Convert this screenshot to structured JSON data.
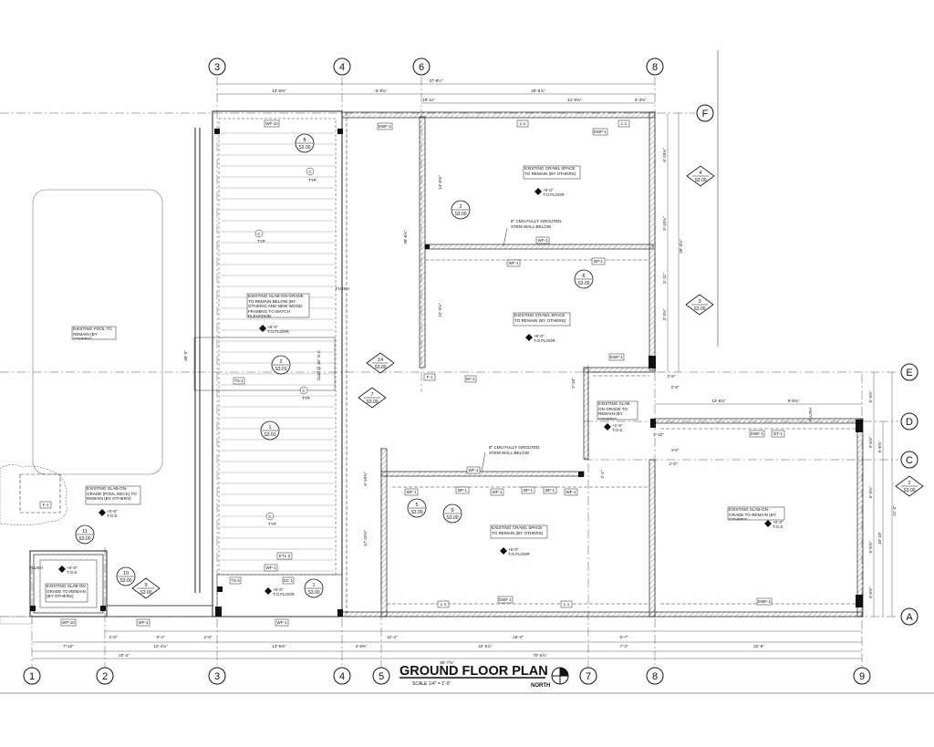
{
  "title": "GROUND FLOOR PLAN",
  "scale": "SCALE 1/4\" = 1'-0\"",
  "north": "NORTH",
  "grid_columns": [
    "1",
    "2",
    "3",
    "4",
    "5",
    "6",
    "7",
    "8",
    "9"
  ],
  "grid_rows": [
    "F",
    "E",
    "D",
    "C",
    "A"
  ],
  "dims_top": [
    "47'-8½\"",
    "13'-5⅜\"",
    "6'-8¾\"",
    "25'-6⅞\"",
    "19'-11\"",
    "11'-0⅜\"",
    "3'-3⅜\""
  ],
  "dims_bottom": [
    "2'-0\"",
    "9'-4\"",
    "2'-0\"",
    "11'-4\"",
    "16'-4\"",
    "6'-7\"",
    "7'-10\"",
    "12'-4⅞\"",
    "13'-5⅜\"",
    "4'-6⅜\"",
    "22'-5⅞\"",
    "7'-3\"",
    "22'-9\"",
    "20'-2\"",
    "90'-7⅝\"",
    "70'-5⅞\""
  ],
  "dims_right": [
    "6'-10⅝\"",
    "5'-10⅝\"",
    "5'-11\"",
    "3'-3⅜\"",
    "26'-3⅝\"",
    "5'-3⅞\"",
    "3'-6⅝\"",
    "5'-3⅝\"",
    "5'-5⅞\"",
    "4'-6⅜\"",
    "18'-10\"",
    "21'-2\"",
    "5'-8⅞\""
  ],
  "dims_misc": [
    "13'-6⅝\"",
    "9'-5⅝\"",
    "2'-8\"",
    "2'-6\"",
    "2'-10\"",
    "2'-0\"",
    "4'-0\"",
    "1'-10\"",
    "2'-1\"",
    "26'-6⅝\"",
    "14'-5⅜\"",
    "12'-3⅝\"",
    "46'-5\"",
    "6'-10⅝\"",
    "17'-10⅞\""
  ],
  "notes": {
    "crawl_f": "EXISTING CRAWL SPACE TO REMAIN (BY OTHERS)",
    "crawl_mid": "EXISTING CRAWL SPACE TO REMAIN (BY OTHERS)",
    "crawl_low": "EXISTING CRAWL SPACE TO REMAIN (BY OTHERS)",
    "slab_big": "EXISTING SLAB-ON-GRADE TO REMAIN BELOW (BY OTHERS) AND NEW WOOD FRAMING TO MATCH ELEVATION",
    "pool": "EXISTING POOL TO REMAIN (BY OTHERS)",
    "pool_deck": "EXISTING SLAB-ON-GRADE (POOL DECK) TO REMAIN (BY OTHERS)",
    "slab_small_d": "EXISTING SLAB ON GRADE TO REMAIN (BY OTHERS)",
    "slab_left": "EXISTING SLAB ON GRADE TO REMAIN (BY OTHERS)",
    "slab_right": "EXISTING SLAB-ON-GRADE TO REMAIN (BY OTHERS)",
    "cmu_upper": "8\" CMU FULLY GROUTED STEM WALL BELOW",
    "cmu_lower": "8\" CMU FULLY GROUTED STEM WALL BELOW",
    "flush_a": "FLUSH",
    "flush_b": "FLUSH",
    "flush_c": "FLUSH",
    "tof": "T.O.FLOOR",
    "tos": "T.O.S.",
    "joists": "2x10 @ 16\" O.C.",
    "elev_a": "+6'-0\"",
    "elev_b": "+0'-0\"",
    "elev_c": "+1'-6\""
  },
  "tags": {
    "ewf1": "EWF-1",
    "l1": "L-1",
    "wf1": "WF-1",
    "bp1": "BP-1",
    "wf10": "WF-10",
    "f1": "F-1",
    "ef1": "EF-1",
    "ts1": "TS-1",
    "ec1": "EC-1",
    "et1": "ET-1",
    "ts2": "TS-2",
    "etl2": "ETL-2",
    "c": "C",
    "typ": "TYP."
  },
  "sections": [
    {
      "num": "8",
      "sheet": "S3.00"
    },
    {
      "num": "4",
      "sheet": "S3.00"
    },
    {
      "num": "2",
      "sheet": "S3.00"
    },
    {
      "num": "6",
      "sheet": "S3.00"
    },
    {
      "num": "3",
      "sheet": "S3.00"
    },
    {
      "num": "14",
      "sheet": "S3.00"
    },
    {
      "num": "7",
      "sheet": "S3.00"
    },
    {
      "num": "2",
      "sheet": "S3.01"
    },
    {
      "num": "1",
      "sheet": "S3.01"
    },
    {
      "num": "5",
      "sheet": "S3.00"
    },
    {
      "num": "6",
      "sheet": "S3.00"
    },
    {
      "num": "11",
      "sheet": "S3.00"
    },
    {
      "num": "10",
      "sheet": "S3.00"
    },
    {
      "num": "9",
      "sheet": "S3.00"
    },
    {
      "num": "1",
      "sheet": "S3.00"
    },
    {
      "num": "2",
      "sheet": "S3.00"
    }
  ]
}
